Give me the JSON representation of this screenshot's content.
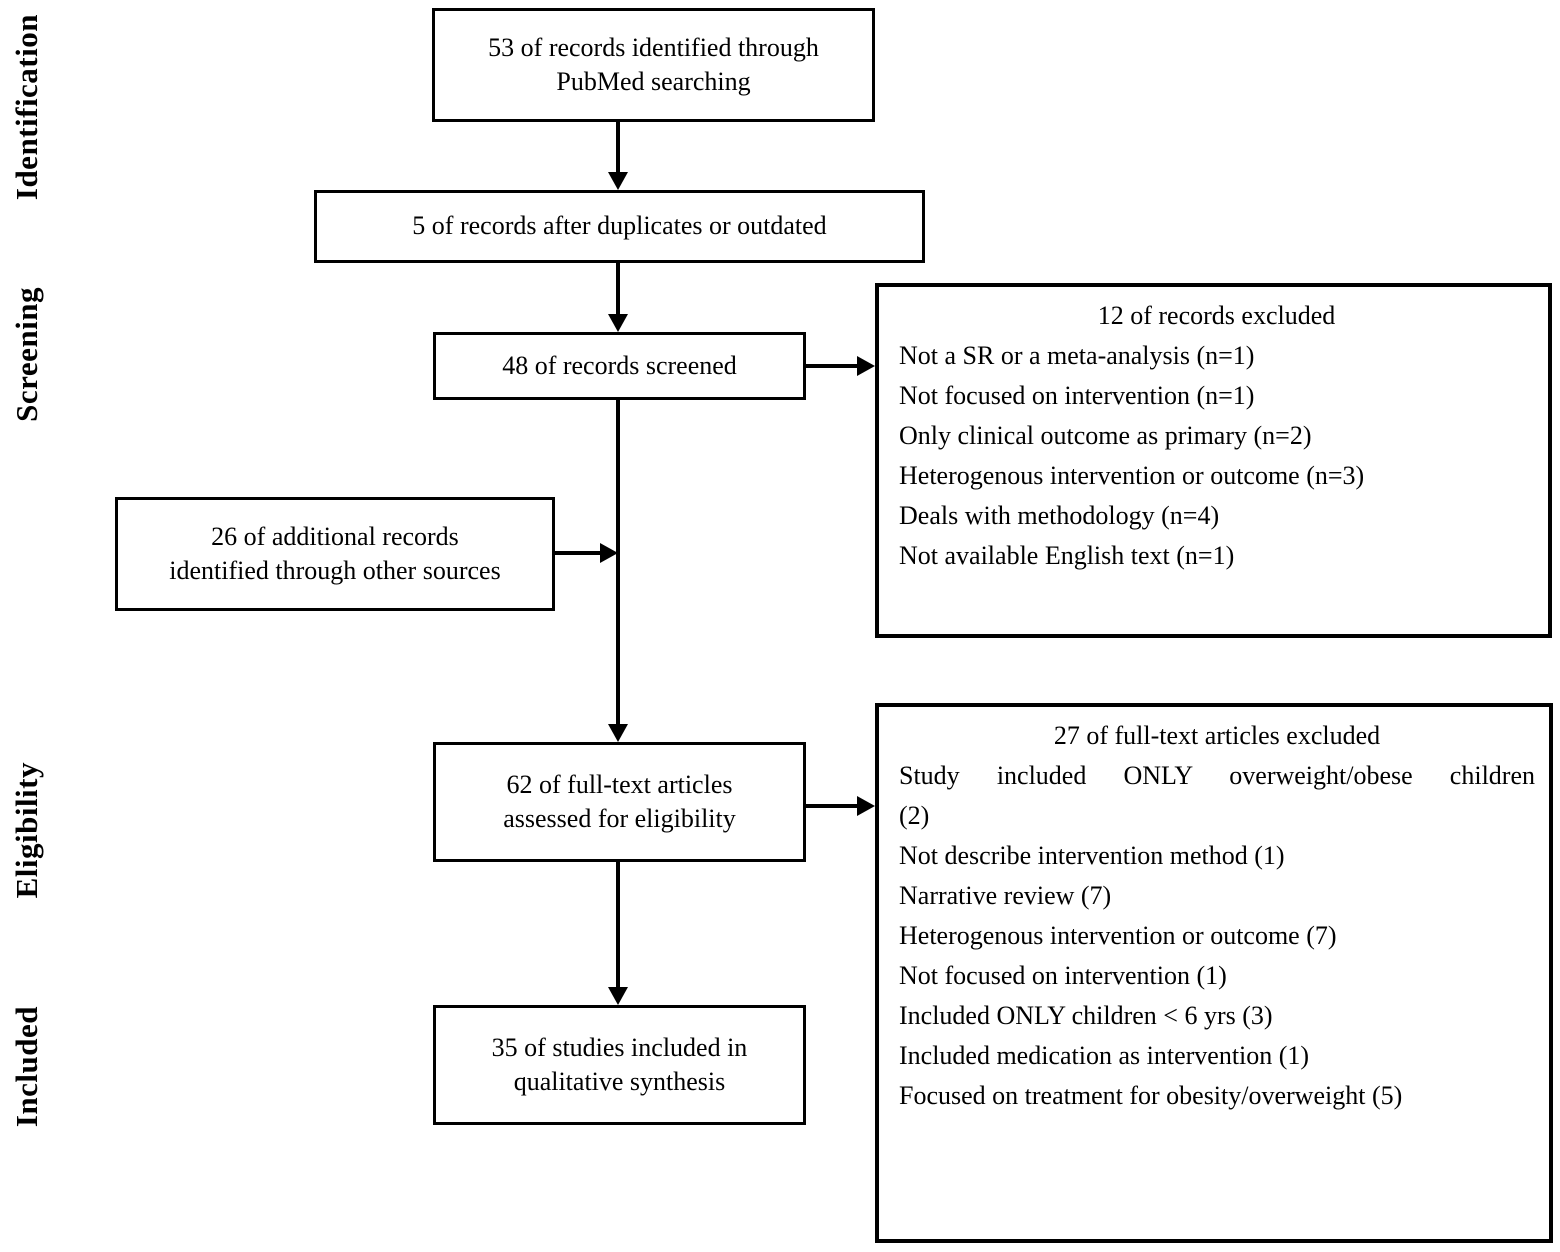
{
  "figure": {
    "type": "prisma_flow_diagram",
    "stages": [
      "Identification",
      "Screening",
      "Eligibility",
      "Included"
    ],
    "boxes": {
      "identified": "53 of records identified through\nPubMed searching",
      "after_duplicates": "5 of records after duplicates or outdated",
      "screened": "48 of records screened",
      "additional_records": "26 of additional records\nidentified through other sources",
      "fulltext_assessed": "62 of full-text articles\nassessed for eligibility",
      "included_synthesis": "35 of studies included in\nqualitative synthesis"
    },
    "records_excluded": {
      "title": "12 of records excluded",
      "items": [
        "Not a SR or a meta-analysis (n=1)",
        "Not focused on intervention (n=1)",
        "Only clinical outcome as primary (n=2)",
        "Heterogenous intervention or outcome (n=3)",
        "Deals with methodology (n=4)",
        "Not available English text (n=1)"
      ]
    },
    "fulltext_excluded": {
      "title": "27 of full-text articles excluded",
      "items": [
        "Study included ONLY overweight/obese children\n(2)",
        "Not describe intervention method (1)",
        "Narrative review (7)",
        "Heterogenous intervention or outcome (7)",
        "Not focused on intervention (1)",
        "Included ONLY children < 6 yrs (3)",
        "Included medication as intervention (1)",
        "Focused on treatment for obesity/overweight (5)"
      ]
    },
    "colors": {
      "line": "#000000",
      "text": "#000000",
      "background": "#ffffff"
    }
  }
}
